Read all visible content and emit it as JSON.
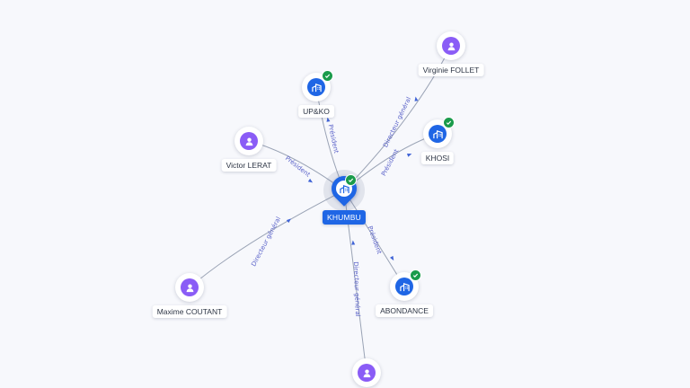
{
  "center": {
    "label": "KHUMBU",
    "type": "company",
    "verified": true
  },
  "nodes": [
    {
      "id": "upko",
      "label": "UP&KO",
      "type": "company",
      "verified": true
    },
    {
      "id": "khosi",
      "label": "KHOSI",
      "type": "company",
      "verified": true
    },
    {
      "id": "abondance",
      "label": "ABONDANCE",
      "type": "company",
      "verified": true
    },
    {
      "id": "virginie",
      "label": "Virginie FOLLET",
      "type": "person",
      "verified": false
    },
    {
      "id": "victor",
      "label": "Victor LERAT",
      "type": "person",
      "verified": false
    },
    {
      "id": "maxime",
      "label": "Maxime COUTANT",
      "type": "person",
      "verified": false
    },
    {
      "id": "bottom",
      "label": "",
      "type": "person",
      "verified": false
    }
  ],
  "edges": [
    {
      "to": "upko",
      "label": "Président"
    },
    {
      "to": "khosi",
      "label": "Président"
    },
    {
      "to": "abondance",
      "label": "Président"
    },
    {
      "to": "virginie",
      "label": "Directeur général"
    },
    {
      "to": "victor",
      "label": "Président"
    },
    {
      "to": "maxime",
      "label": "Directeur général"
    },
    {
      "to": "bottom",
      "label": "Directeur général"
    }
  ],
  "icons": {
    "company": "building-icon",
    "person": "person-icon",
    "verified": "check-icon"
  },
  "colors": {
    "company": "#1f66e5",
    "person": "#8a5cf6",
    "verified": "#1a9b4b",
    "edge": "#9aa3b5",
    "edge_label": "#5b63c9"
  }
}
